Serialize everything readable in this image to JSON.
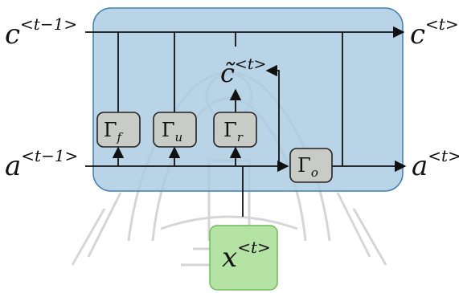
{
  "colors": {
    "cell_fill": "#a9c9e2",
    "cell_stroke": "#3f7fb3",
    "gate_fill": "#c9cbc7",
    "gate_stroke": "#222222",
    "input_fill": "#b5e3a3",
    "input_stroke": "#6cbd55",
    "wire": "#111111",
    "watermark": "#d3d3d3"
  },
  "labels": {
    "c_prev": {
      "base": "c",
      "sup": "<t−1>"
    },
    "c_next": {
      "base": "c",
      "sup": "<t>"
    },
    "c_tilde": {
      "base": "c̃",
      "sup": "<t>"
    },
    "a_prev": {
      "base": "a",
      "sup": "<t−1>"
    },
    "a_next": {
      "base": "a",
      "sup": "<t>"
    },
    "x_in": {
      "base": "x",
      "sup": "<t>"
    }
  },
  "gates": [
    {
      "id": "forget",
      "base": "Γ",
      "sub": "f"
    },
    {
      "id": "update",
      "base": "Γ",
      "sub": "u"
    },
    {
      "id": "relevance",
      "base": "Γ",
      "sub": "r"
    },
    {
      "id": "output",
      "base": "Γ",
      "sub": "o"
    }
  ],
  "watermark_icon": "crest-watermark-icon"
}
